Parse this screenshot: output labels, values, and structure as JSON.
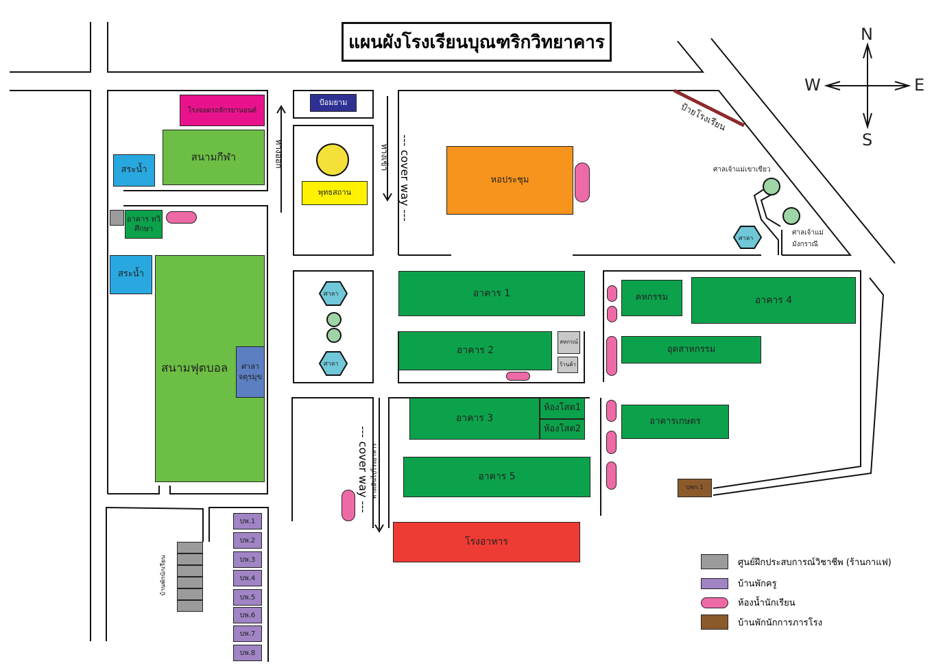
{
  "title": "แผนผังโรงเรียนบุณฑริกวิทยาคาร",
  "compass": {
    "n": "N",
    "s": "S",
    "e": "E",
    "w": "W"
  },
  "labels": {
    "motorcycle_parking": "โรงจอดรถจักรยานยนต์",
    "sports_field": "สนามกีฬา",
    "pond1": "สระน้ำ",
    "pond2": "สระน้ำ",
    "dual_building": "อาคาร ทวิศึกษา",
    "football_field": "สนามฟุตบอล",
    "chaturamuk_pavilion": "ศาลา จตุรมุข",
    "guard_post": "ป้อมยาม",
    "buddhist_place": "พุทธสถาน",
    "exit": "ทางออก",
    "entrance": "ทางเข้า",
    "cover_way": "--- cover way ---",
    "walkway_canteen": "ทางเดินไปโรงอาหาร",
    "sala": "ศาลา",
    "auditorium": "หอประชุม",
    "school_sign": "ป้ายโรงเรียน",
    "shrine1": "ศาลเจ้าแม่เขาเขียว",
    "shrine2": "ศาลเจ้าแม่ มังกราณี",
    "building1": "อาคาร 1",
    "building2": "อาคาร 2",
    "building3": "อาคาร 3",
    "building4": "อาคาร 4",
    "building5": "อาคาร 5",
    "coop": "สหกรณ์",
    "shop": "ร้านค้า",
    "av1": "ห้องโสต1",
    "av2": "ห้องโสต2",
    "home_ec": "คหกรรม",
    "industrial": "อุตสาหกรรม",
    "agri": "อาคารเกษตร",
    "canteen": "โรงอาหาร",
    "admin_house": "บพก.1",
    "student_dorm": "บ้านพักนักเรียน",
    "teacher_houses": [
      "บพ.1",
      "บพ.2",
      "บพ.3",
      "บพ.4",
      "บพ.5",
      "บพ.6",
      "บพ.7",
      "บพ.8"
    ]
  },
  "legend": [
    {
      "label": "ศูนย์ฝึกประสบการณ์วิชาชีพ (ร้านกาแฟ)",
      "color": "#9b9b9b"
    },
    {
      "label": "บ้านพักครู",
      "color": "#a084c4"
    },
    {
      "label": "ห้องน้ำนักเรียน",
      "color": "#ee6aa7"
    },
    {
      "label": "บ้านพักนักการภารโรง",
      "color": "#8b5a2b"
    }
  ]
}
